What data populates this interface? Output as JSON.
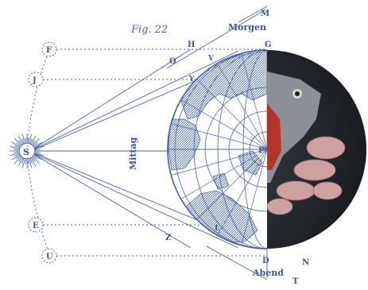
{
  "figure": {
    "caption": "Fig. 22",
    "directions": {
      "morning": "Morgen",
      "noon": "Mittag",
      "evening": "Abend"
    },
    "sun_label": "S",
    "left_circle_labels": [
      "F",
      "J",
      "E",
      "U"
    ],
    "point_labels": {
      "M": "M",
      "G": "G",
      "H": "H",
      "O": "O",
      "V": "V",
      "Y": "Y",
      "Z": "Z",
      "D": "D",
      "P": "P",
      "T": "T",
      "N": "N",
      "L": "L"
    },
    "colors": {
      "ink": "#4a62a8",
      "land": "#4f68ad",
      "photo_bg": "#1f2327",
      "fish": "#8b9096",
      "shrimp": "#cda0a2",
      "fish_red": "#b3342e"
    }
  }
}
